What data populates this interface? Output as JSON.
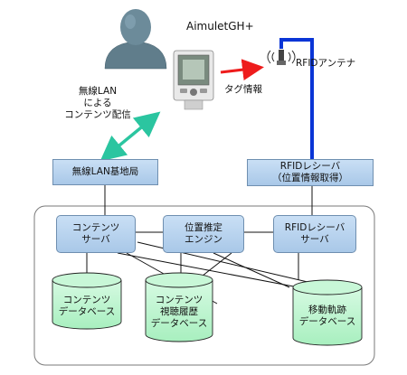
{
  "device": {
    "name": "AimuletGH+"
  },
  "antenna": {
    "label": "RFIDアンテナ"
  },
  "tag_info": {
    "label": "タグ情報"
  },
  "wireless": {
    "lines": [
      "無線LAN",
      "による",
      "コンテンツ配信"
    ]
  },
  "base_station": {
    "label": "無線LAN基地局"
  },
  "rfid_receiver": {
    "lines": [
      "RFIDレシーバ",
      "（位置情報取得）"
    ]
  },
  "content_server": {
    "lines": [
      "コンテンツ",
      "サーバ"
    ]
  },
  "position_engine": {
    "lines": [
      "位置推定",
      "エンジン"
    ]
  },
  "rfid_server": {
    "lines": [
      "RFIDレシーバ",
      "サーバ"
    ]
  },
  "content_db": {
    "lines": [
      "コンテンツ",
      "データベース"
    ]
  },
  "history_db": {
    "lines": [
      "コンテンツ",
      "視聴履歴",
      "データベース"
    ]
  },
  "trajectory_db": {
    "lines": [
      "移動軌跡",
      "データベース"
    ]
  },
  "colors": {
    "box_fill": "#b8d3ee",
    "db_fill": "#b8f3cc",
    "arrow_red": "#ee1c1c",
    "arrow_green": "#2bc5a0",
    "cable_blue": "#0a35d6"
  }
}
